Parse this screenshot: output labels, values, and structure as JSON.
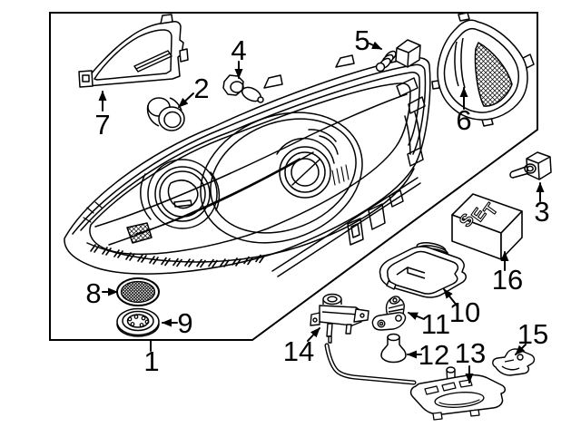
{
  "figure": {
    "type": "exploded-parts-diagram",
    "background_color": "#ffffff",
    "line_color": "#000000"
  },
  "callouts": [
    "1",
    "2",
    "3",
    "4",
    "5",
    "6",
    "7",
    "8",
    "9",
    "10",
    "11",
    "12",
    "13",
    "14",
    "15",
    "16"
  ],
  "set_box": {
    "label": "SET"
  }
}
